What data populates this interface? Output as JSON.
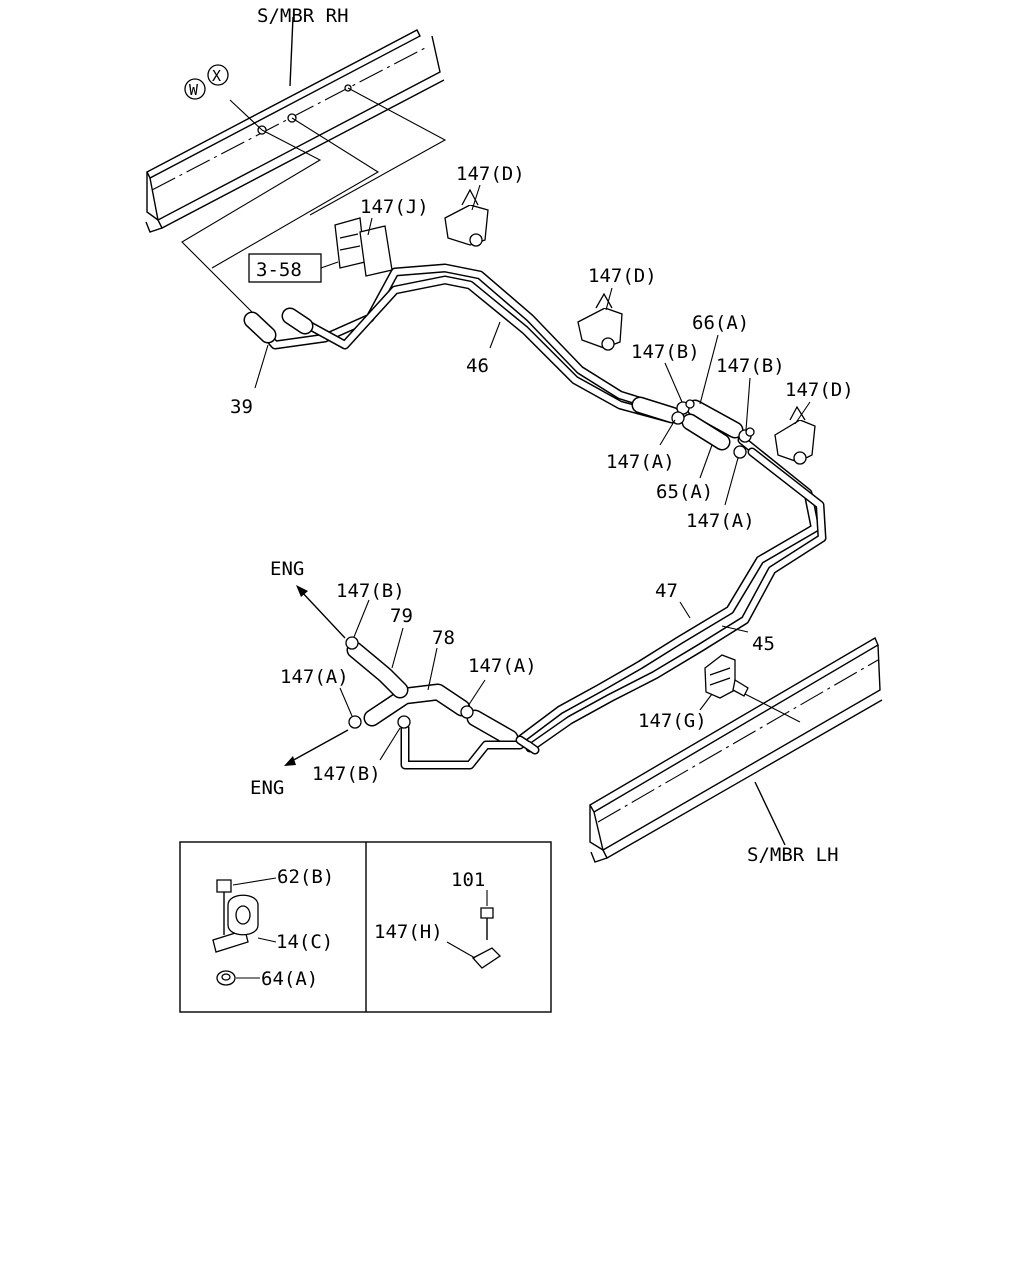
{
  "labels": {
    "smbr_rh": "S/MBR RH",
    "smbr_lh": "S/MBR LH",
    "circle_w": "W",
    "circle_x": "X",
    "ref_box": "3-58",
    "p147j": "147(J)",
    "p147d_1": "147(D)",
    "p147d_2": "147(D)",
    "p147d_3": "147(D)",
    "p66a": "66(A)",
    "p147b_1": "147(B)",
    "p147b_2": "147(B)",
    "p147a_1": "147(A)",
    "p65a": "65(A)",
    "p147a_2": "147(A)",
    "p46": "46",
    "p39": "39",
    "p47": "47",
    "p45": "45",
    "eng_top": "ENG",
    "eng_bottom": "ENG",
    "p147b_3": "147(B)",
    "p79": "79",
    "p78": "78",
    "p147a_3": "147(A)",
    "p147a_4": "147(A)",
    "p147b_4": "147(B)",
    "p147g": "147(G)",
    "inset_62b": "62(B)",
    "inset_14c": "14(C)",
    "inset_64a": "64(A)",
    "inset_101": "101",
    "inset_147h": "147(H)"
  },
  "colors": {
    "line": "#000000",
    "background": "#ffffff"
  }
}
